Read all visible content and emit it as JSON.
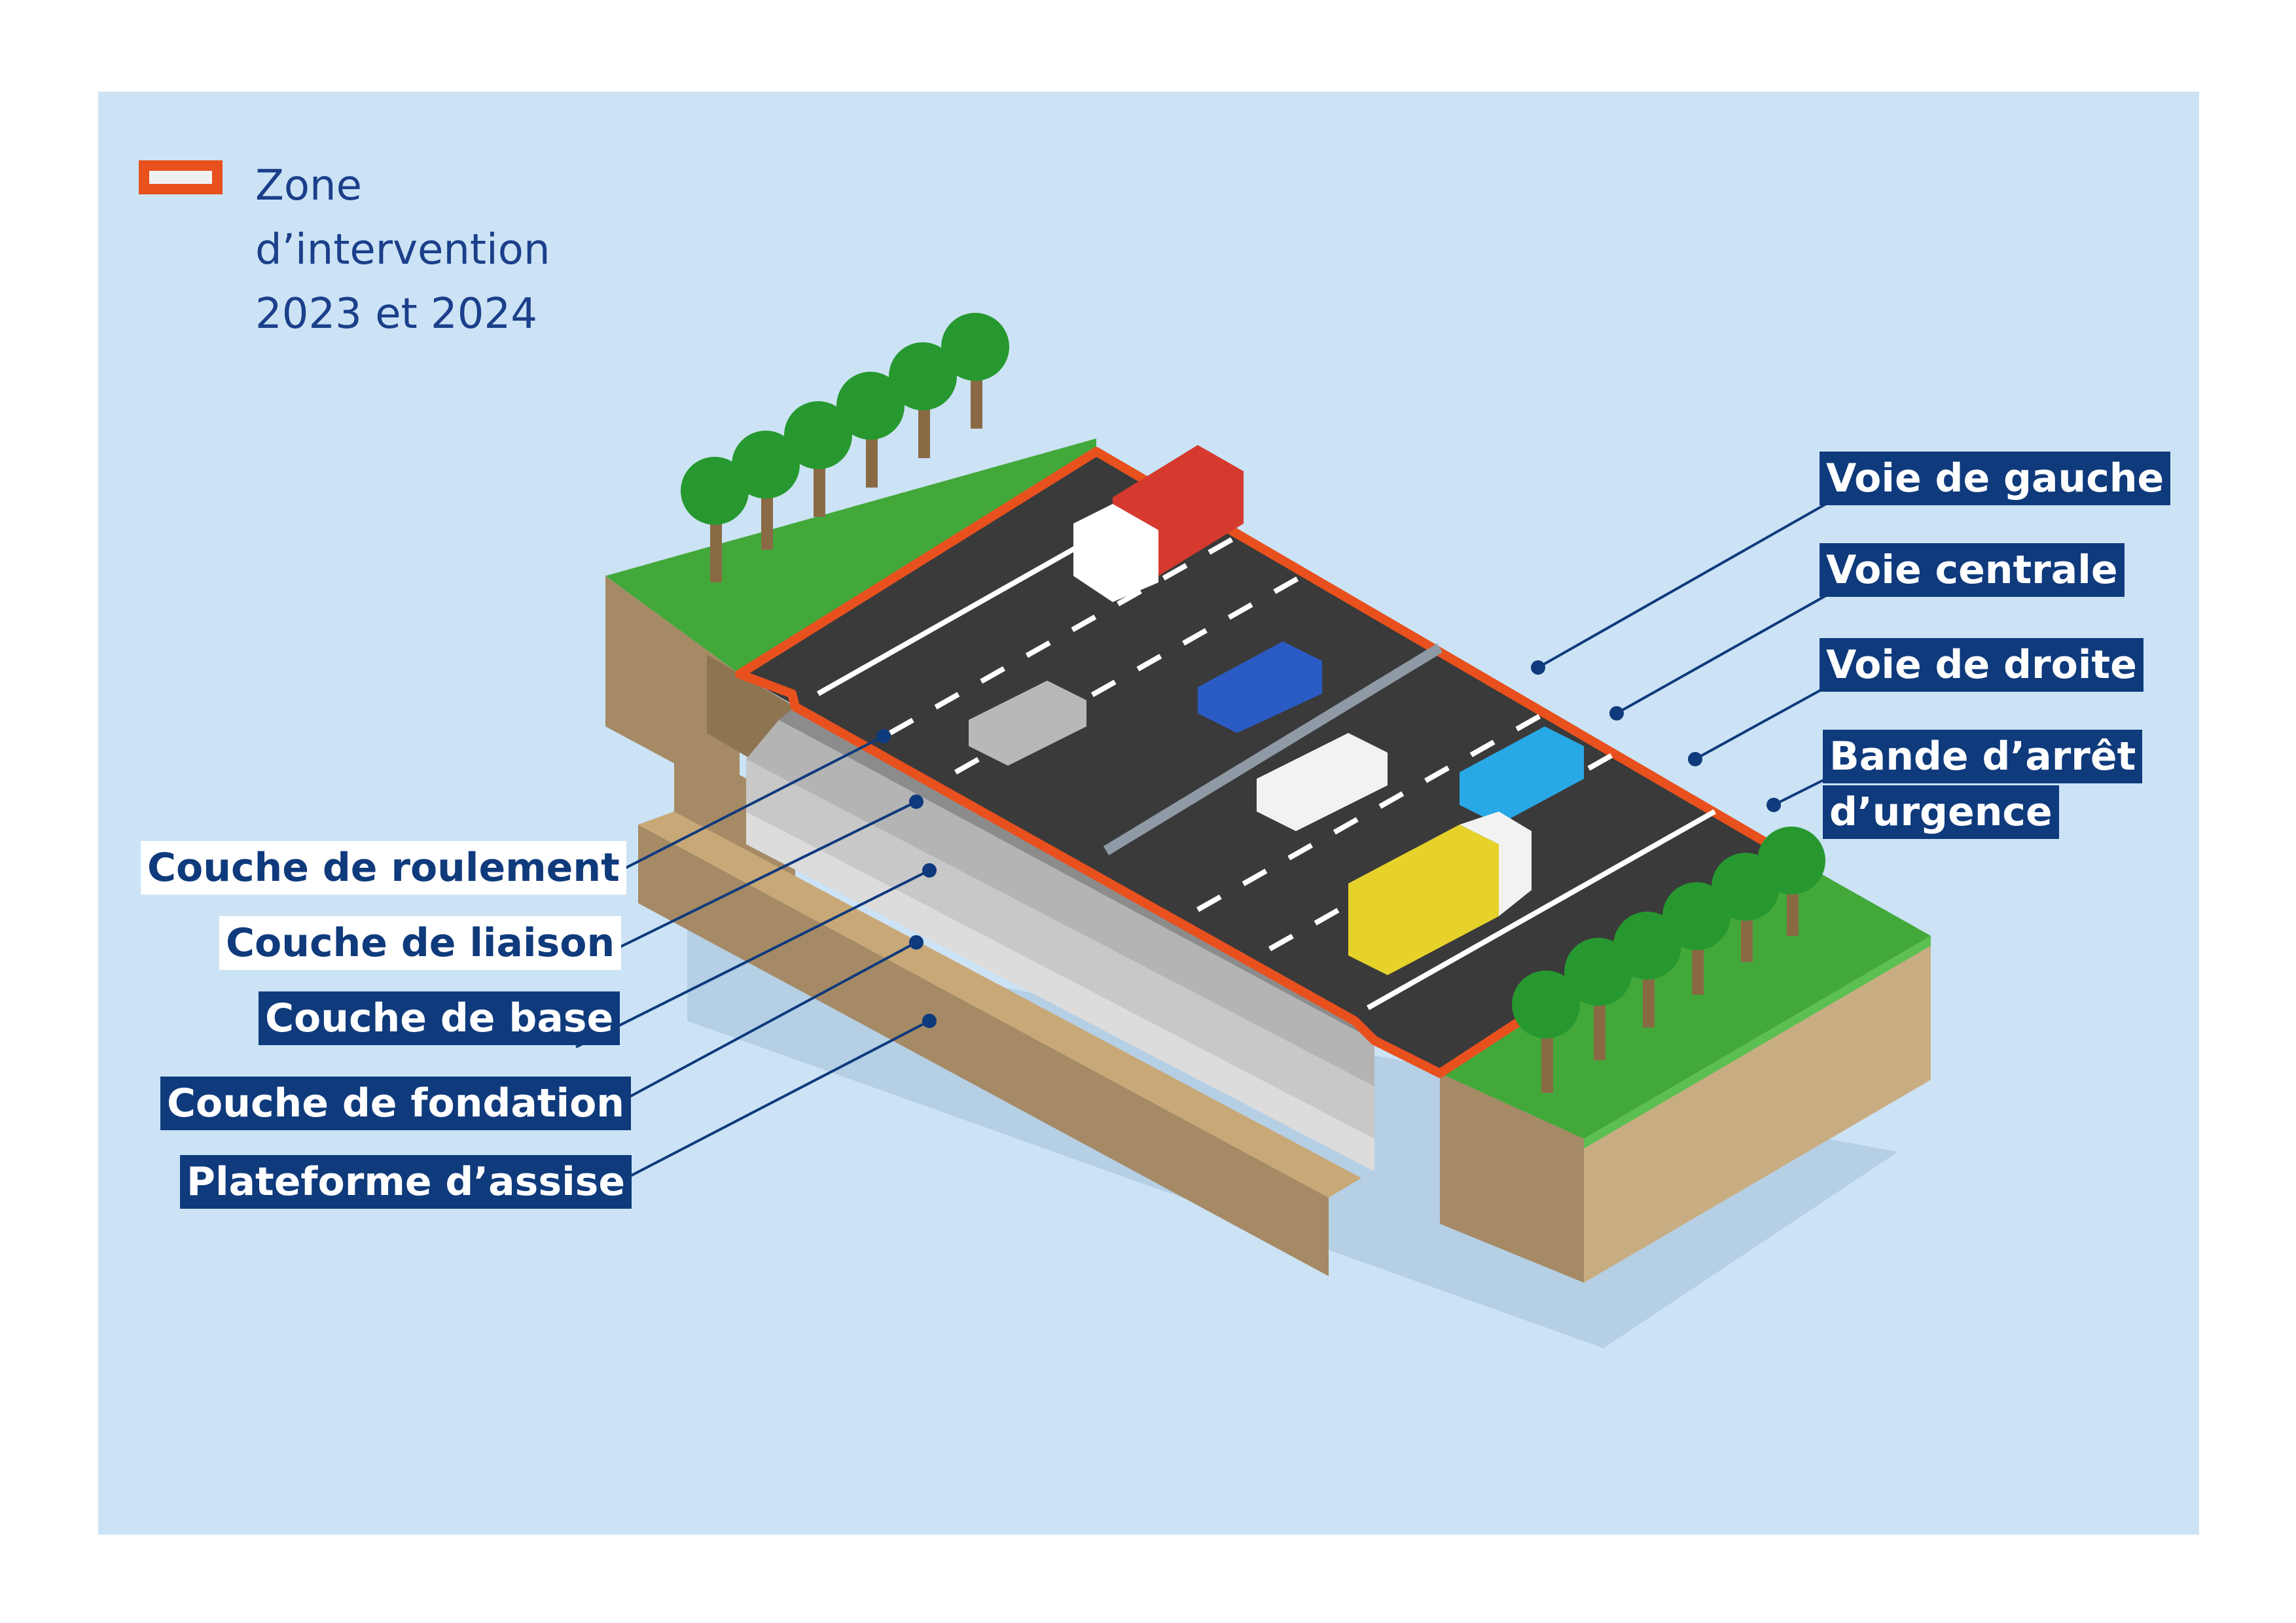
{
  "legend": {
    "lines": [
      "Zone",
      "d’intervention",
      "2023 et 2024"
    ],
    "swatch_color": "#e8501e"
  },
  "lanes": [
    "Voie de gauche",
    "Voie centrale",
    "Voie de droite",
    "Bande d’arrêt",
    "d’urgence"
  ],
  "layers": [
    "Couche de roulement",
    "Couche de liaison",
    "Couche de base",
    "Couche de fondation",
    "Plateforme d’assise"
  ],
  "colors": {
    "background": "#cbe3f5",
    "label_dark": "#0f3a7c",
    "intervention_outline": "#e8501e",
    "asphalt": "#3a3a3a",
    "grass": "#43a83a",
    "soil": "#c9ad82"
  }
}
